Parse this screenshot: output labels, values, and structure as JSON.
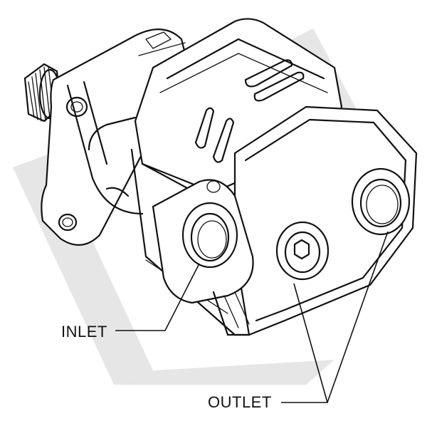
{
  "figure": {
    "callouts": {
      "inlet": "INLET",
      "outlet": "OUTLET"
    },
    "colors": {
      "line": "#111111",
      "watermark": "#e6e6e6",
      "background": "#ffffff"
    },
    "icon": "gear-pump-line-drawing"
  }
}
